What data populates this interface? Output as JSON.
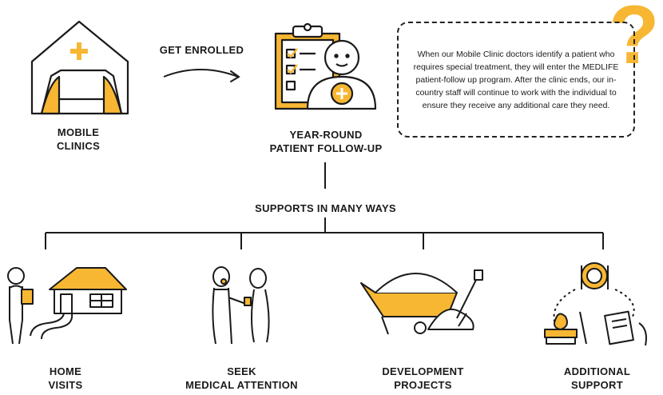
{
  "top": {
    "mobile_clinics": [
      "MOBILE",
      "CLINICS"
    ],
    "arrow_label": "GET ENROLLED",
    "followup": [
      "YEAR-ROUND",
      "PATIENT FOLLOW-UP"
    ],
    "note": "When our Mobile Clinic doctors identify a patient who requires special treatment, they will enter the MEDLIFE patient-follow up program. After the clinic ends, our in-country staff will continue to work with the individual to ensure they receive any additional care they need.",
    "question_mark": "?"
  },
  "branch_label": "SUPPORTS IN MANY WAYS",
  "supports": [
    {
      "lines": [
        "HOME",
        "VISITS"
      ],
      "icon": "home-visit-icon"
    },
    {
      "lines": [
        "SEEK",
        "MEDICAL ATTENTION"
      ],
      "icon": "doctor-patient-icon"
    },
    {
      "lines": [
        "DEVELOPMENT",
        "PROJECTS"
      ],
      "icon": "wheelbarrow-shovel-icon"
    },
    {
      "lines": [
        "ADDITIONAL",
        "SUPPORT"
      ],
      "icon": "food-books-letter-icon"
    }
  ],
  "colors": {
    "accent": "#f7b733",
    "ink": "#1a1a1a"
  }
}
